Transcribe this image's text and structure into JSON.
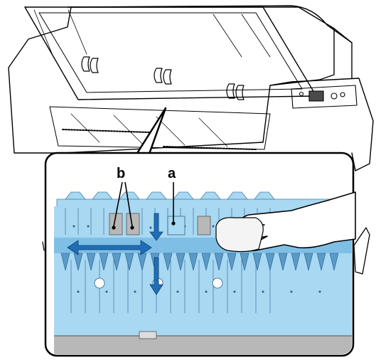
{
  "diagram": {
    "callouts": [
      {
        "id": "a",
        "letter": "a"
      },
      {
        "id": "b",
        "letter": "b"
      }
    ],
    "colors": {
      "outline": "#000000",
      "inset_fill": "#a8d8f2",
      "inset_fill_dark": "#7fbfe6",
      "platen_grey": "#b8b8b8",
      "arrow_fill": "#1f6fb8"
    }
  }
}
